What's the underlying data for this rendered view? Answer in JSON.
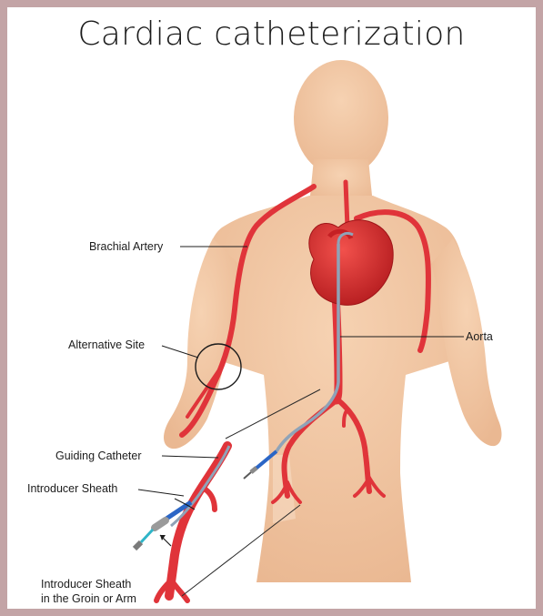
{
  "title": "Cardiac catheterization",
  "labels": {
    "brachial_artery": "Brachial Artery",
    "alternative_site": "Alternative Site",
    "aorta": "Aorta",
    "guiding_catheter": "Guiding Catheter",
    "introducer_sheath": "Introducer Sheath",
    "introducer_sheath_groin_line1": "Introducer Sheath",
    "introducer_sheath_groin_line2": "in the Groin or Arm"
  },
  "colors": {
    "frame": "#c3a4a6",
    "skin": "#f2c9a6",
    "artery": "#e0343a",
    "heart": "#d92b2b",
    "catheter": "#8fa3b8"
  }
}
